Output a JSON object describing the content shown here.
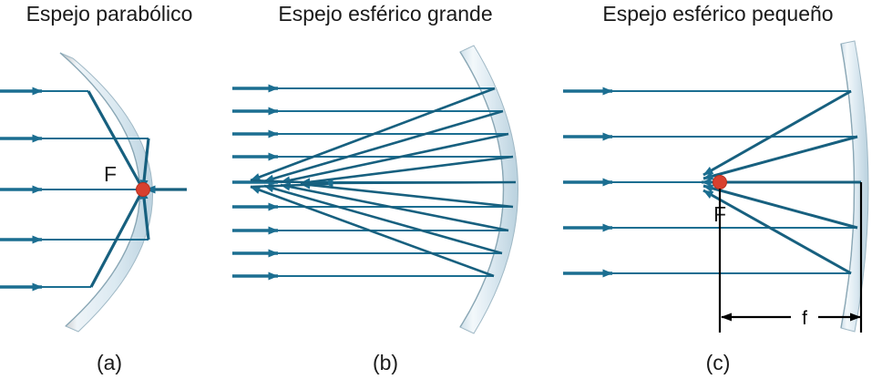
{
  "figure": {
    "description": "Diagrama comparativo de espejos cóncavos: reflexión de rayos paralelos",
    "colors": {
      "ray": "#1b6e91",
      "ray_dark": "#17607f",
      "focus_dot": "#d8402f",
      "focus_dot_stroke": "#b5301f",
      "mirror_light": "#eaf2f7",
      "mirror_mid": "#c6dbe8",
      "mirror_edge": "#8aa7b5",
      "mirror_shadow": "#a8a8a8",
      "dimension_line": "#000000",
      "text": "#1a1a1a",
      "background": "#ffffff"
    }
  },
  "panels": [
    {
      "id": "a",
      "title": "Espejo parabólico",
      "caption": "(a)",
      "focus_label": "F",
      "mirror_type": "parabolic",
      "incoming_ray_count": 5,
      "converges_to_point": true,
      "focus_marker": true
    },
    {
      "id": "b",
      "title": "Espejo esférico grande",
      "caption": "(b)",
      "focus_label": "",
      "mirror_type": "spherical-large",
      "incoming_ray_count": 9,
      "converges_to_point": false,
      "focus_marker": false
    },
    {
      "id": "c",
      "title": "Espejo esférico pequeño",
      "caption": "(c)",
      "focus_label": "F",
      "focal_length_label": "f",
      "mirror_type": "spherical-small",
      "incoming_ray_count": 5,
      "converges_to_point": true,
      "focus_marker": true
    }
  ]
}
